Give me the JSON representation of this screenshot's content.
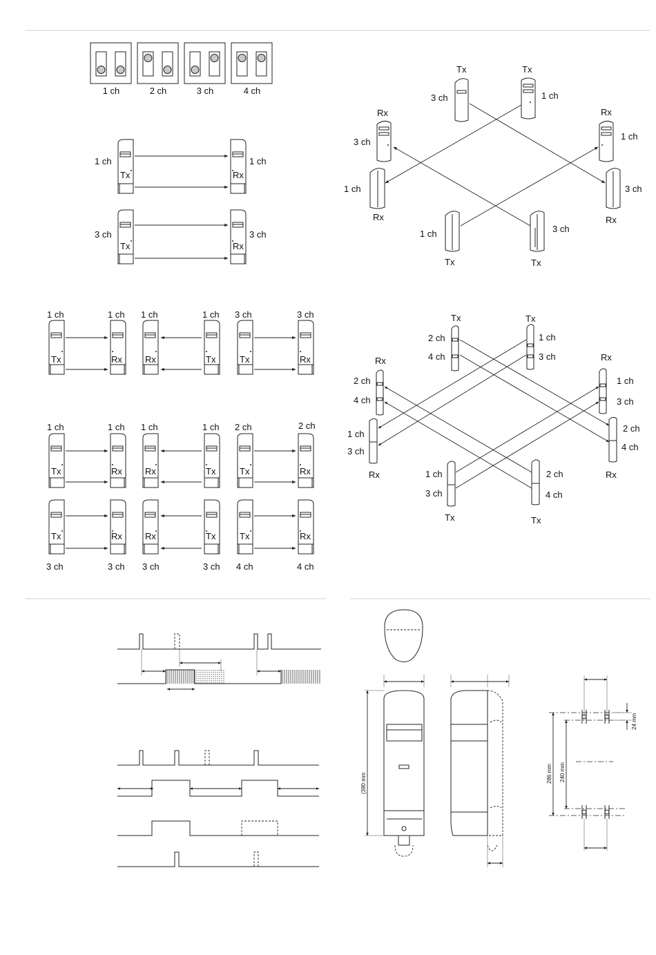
{
  "labels": {
    "ch1": "1 ch",
    "ch2": "2 ch",
    "ch3": "3 ch",
    "ch4": "4 ch",
    "tx": "Tx",
    "rx": "Rx"
  },
  "dimensions": {
    "height": "(390 mm",
    "pitch_286": "286 mm",
    "pitch_240": "240 mm",
    "offset_24": "24 mm"
  },
  "colors": {
    "line": "#222222",
    "divider": "#cccccc",
    "dip_fill": "#c9c9c9"
  }
}
